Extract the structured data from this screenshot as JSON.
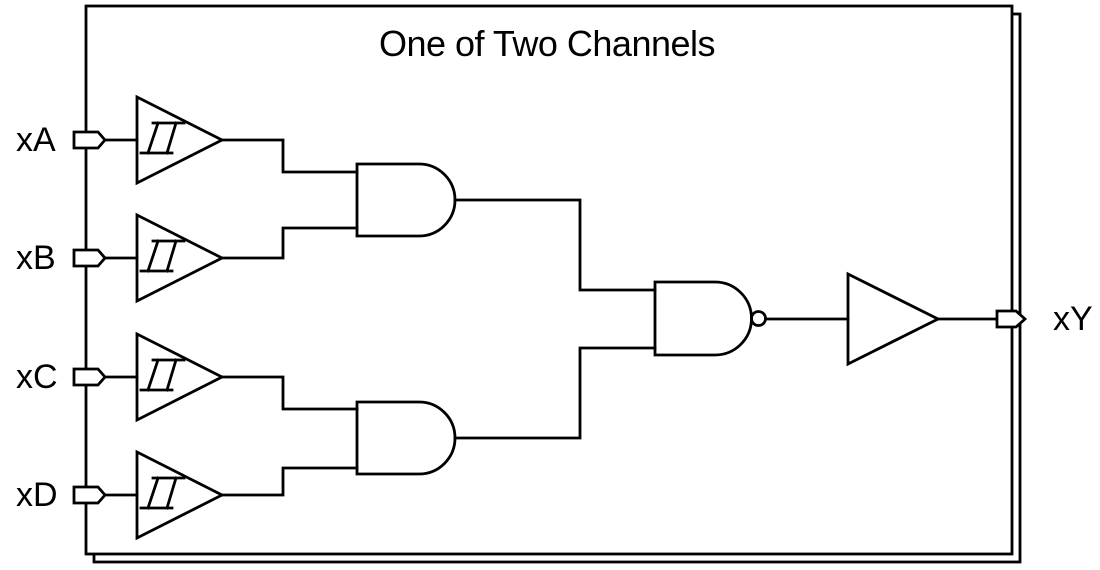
{
  "title": "One of Two Channels",
  "inputs": [
    {
      "label": "xA"
    },
    {
      "label": "xB"
    },
    {
      "label": "xC"
    },
    {
      "label": "xD"
    }
  ],
  "output": {
    "label": "xY"
  },
  "colors": {
    "stroke": "#000000",
    "background": "#ffffff"
  },
  "symbols": {
    "input_buffer": "schmitt-trigger-buffer",
    "stage1_gates": "and-gate",
    "stage2_gate": "nand-gate",
    "output_stage": "buffer",
    "io_pin": "pentagon-pin"
  }
}
